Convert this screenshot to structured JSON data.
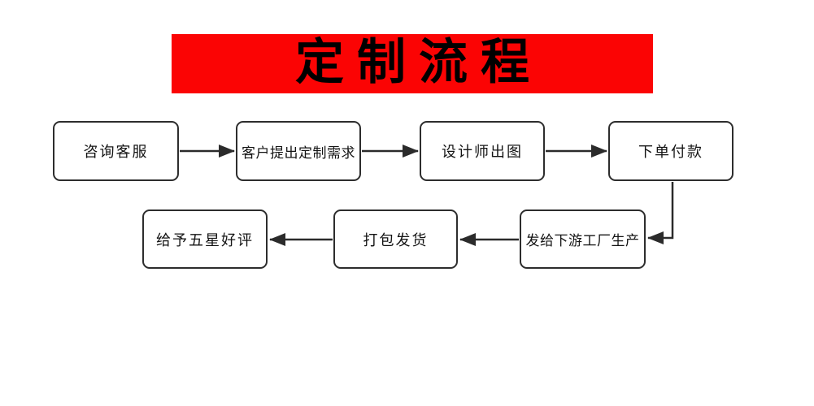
{
  "title": {
    "text": "定制流程",
    "banner_color": "#fb0404",
    "text_color": "#000000"
  },
  "steps": [
    {
      "label": "咨询客服"
    },
    {
      "label": "客户提出定制需求"
    },
    {
      "label": "设计师出图"
    },
    {
      "label": "下单付款"
    },
    {
      "label": "发给下游工厂生产"
    },
    {
      "label": "打包发货"
    },
    {
      "label": "给予五星好评"
    }
  ],
  "flow": {
    "type": "flowchart",
    "line_color": "#2b2b2b",
    "arrows": [
      {
        "from": "咨询客服",
        "to": "客户提出定制需求"
      },
      {
        "from": "客户提出定制需求",
        "to": "设计师出图"
      },
      {
        "from": "设计师出图",
        "to": "下单付款"
      },
      {
        "from": "下单付款",
        "to": "发给下游工厂生产"
      },
      {
        "from": "发给下游工厂生产",
        "to": "打包发货"
      },
      {
        "from": "打包发货",
        "to": "给予五星好评"
      }
    ]
  }
}
